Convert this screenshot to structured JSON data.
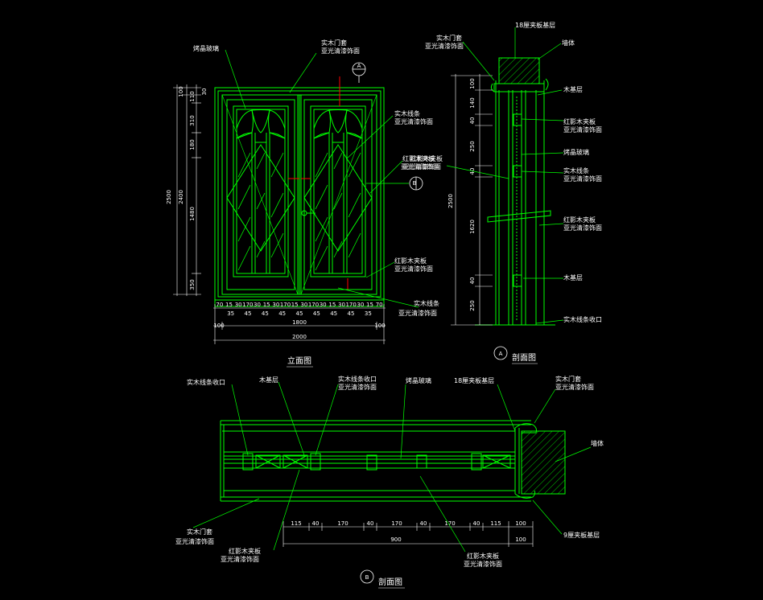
{
  "colors": {
    "line": "#00ff00",
    "bg": "#000000",
    "text": "#ffffff",
    "axis": "#ff0000"
  },
  "titles": {
    "elevation": "立面图",
    "section_a": "剖面图",
    "section_b": "剖面图"
  },
  "markers": {
    "a": "A",
    "b": "B"
  },
  "elevation": {
    "labels": {
      "glass": "烤晶玻璃",
      "frame_1": "实木门套",
      "frame_2": "亚光清漆饰面",
      "line_1": "实木线条",
      "line_2": "亚光清漆饰面",
      "panel_1": "红影木夹板",
      "panel_2": "亚光清漆饰面",
      "panel_b1": "红影木夹板",
      "panel_b2": "亚光清漆饰面",
      "line_b1": "实木线条",
      "line_b2": "亚光清漆饰面"
    },
    "left_dims": [
      "2500",
      "2400",
      "100",
      "110",
      "30",
      "310",
      "180",
      "1480",
      "350"
    ],
    "bottom_dims": [
      "70",
      "15",
      "30",
      "170",
      "30",
      "15",
      "30",
      "170",
      "15",
      "30",
      "170",
      "30",
      "15",
      "30",
      "170",
      "30",
      "15",
      "70"
    ],
    "bottom_sub": [
      "35",
      "45",
      "45",
      "45",
      "45",
      "45",
      "45",
      "45",
      "35"
    ],
    "total_1": "100",
    "total_1b": "1800",
    "total_1c": "100",
    "total_2": "2000"
  },
  "section_a": {
    "labels": {
      "top_board": "18厘夹板基层",
      "frame_1": "实木门套",
      "frame_2": "亚光清漆饰面",
      "wall": "墙体",
      "wood_base": "木基层",
      "panel_1": "红影木夹板",
      "panel_2": "亚光清漆饰面",
      "glass": "烤晶玻璃",
      "line_1": "实木线条",
      "line_2": "亚光清漆饰面",
      "panel_b1": "红影木夹板",
      "panel_b2": "亚光清漆饰面",
      "panel_c1": "红影木夹板",
      "panel_c2": "亚光清漆饰面",
      "wood_base_2": "木基层",
      "line_b1": "实木线条",
      "line_b2": "亚光清漆饰面",
      "edge": "实木线条收口"
    },
    "dims": [
      "100",
      "140",
      "40",
      "250",
      "40",
      "1620",
      "40",
      "250",
      "2500"
    ]
  },
  "section_b": {
    "labels": {
      "edge": "实木线条收口",
      "wood_base": "木基层",
      "edge_2a": "实木线条收口",
      "edge_2b": "亚光清漆饰面",
      "glass": "烤晶玻璃",
      "board": "18厘夹板基层",
      "frame_1": "实木门套",
      "frame_2": "亚光清漆饰面",
      "wall": "墙体",
      "frame_b1": "实木门套",
      "frame_b2": "亚光清漆饰面",
      "panel_1": "红影木夹板",
      "panel_2": "亚光清漆饰面",
      "panel_b1": "红影木夹板",
      "panel_b2": "亚光清漆饰面",
      "board_9": "9厘夹板基层"
    },
    "dims": [
      "115",
      "40",
      "170",
      "40",
      "170",
      "40",
      "170",
      "40",
      "115",
      "100"
    ],
    "total": "900",
    "total_b": "100"
  }
}
